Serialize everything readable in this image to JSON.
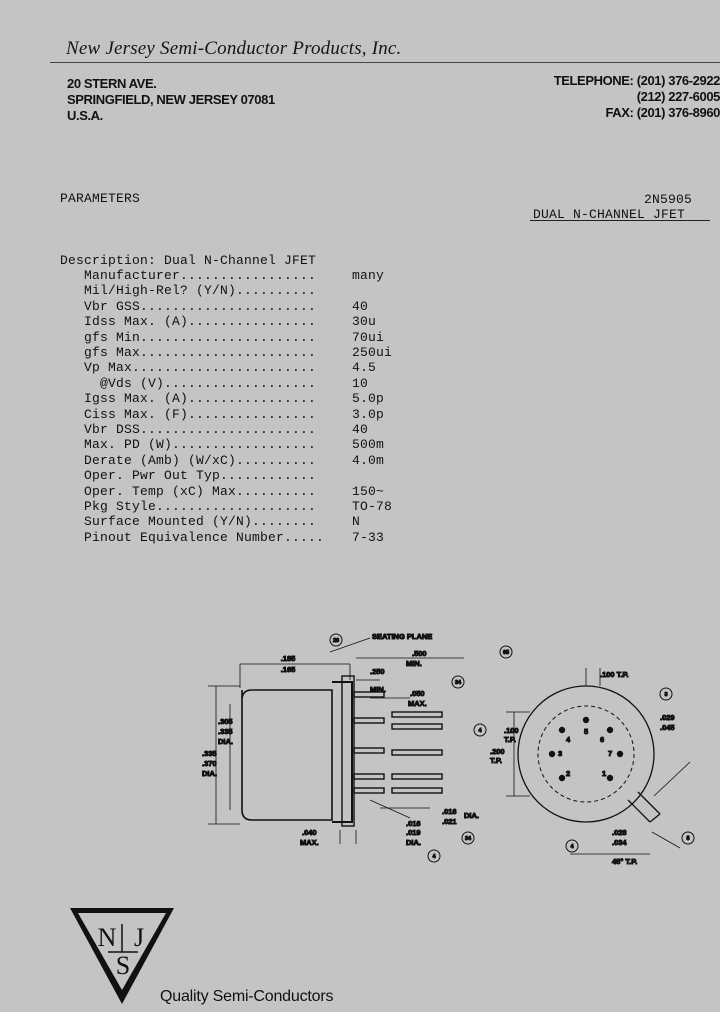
{
  "header": {
    "company": "New Jersey Semi-Conductor Products, Inc.",
    "address": [
      "20 STERN AVE.",
      "SPRINGFIELD, NEW JERSEY 07081",
      "U.S.A."
    ],
    "contact": [
      "TELEPHONE: (201) 376-2922",
      "(212) 227-6005",
      "FAX: (201) 376-8960"
    ]
  },
  "title_section": {
    "heading": "PARAMETERS",
    "part_number": "2N5905",
    "part_description": "DUAL N-CHANNEL JFET"
  },
  "description_line": "Description: Dual N-Channel JFET",
  "parameters": [
    {
      "label": "   Manufacturer.................",
      "value": "many"
    },
    {
      "label": "   Mil/High-Rel? (Y/N)..........",
      "value": ""
    },
    {
      "label": "   Vbr GSS......................",
      "value": "40"
    },
    {
      "label": "   Idss Max. (A)................",
      "value": "30u"
    },
    {
      "label": "   gfs Min......................",
      "value": "70ui"
    },
    {
      "label": "   gfs Max......................",
      "value": "250ui"
    },
    {
      "label": "   Vp Max.......................",
      "value": "4.5"
    },
    {
      "label": "     @Vds (V)...................",
      "value": "10"
    },
    {
      "label": "   Igss Max. (A)................",
      "value": "5.0p"
    },
    {
      "label": "   Ciss Max. (F)................",
      "value": "3.0p"
    },
    {
      "label": "   Vbr DSS......................",
      "value": "40"
    },
    {
      "label": "   Max. PD (W)..................",
      "value": "500m"
    },
    {
      "label": "   Derate (Amb) (W/xC)..........",
      "value": "4.0m"
    },
    {
      "label": "   Oper. Pwr Out Typ............",
      "value": ""
    },
    {
      "label": "   Oper. Temp (xC) Max..........",
      "value": "150~"
    },
    {
      "label": "   Pkg Style....................",
      "value": "TO-78"
    },
    {
      "label": "   Surface Mounted (Y/N)........",
      "value": "N"
    },
    {
      "label": "   Pinout Equivalence Number.....",
      "value": "7-33"
    }
  ],
  "diagram": {
    "seating_plane": "SEATING PLANE",
    "dims": {
      "d185": ".185",
      "d165": ".165",
      "d500": ".500",
      "min": "MIN.",
      "d250": ".250",
      "min2": "MIN.",
      "d050": ".050",
      "max": "MAX.",
      "d305": ".305",
      "d335a": ".335",
      "dia": "DIA.",
      "d335b": ".335",
      "d370": ".370",
      "dia2": "DIA.",
      "d040": ".040",
      "max2": "MAX.",
      "d016": ".016",
      "d019": ".019",
      "dia3": "DIA.",
      "d016b": ".016",
      "d021": ".021",
      "dia4": "DIA.",
      "d100tp": ".100 T.P.",
      "d029": ".029",
      "d045": ".045",
      "d100": ".100",
      "tp": "T.P.",
      "d200": ".200",
      "tp2": "T.P.",
      "d028": ".028",
      "d034": ".034",
      "deg45": "45° T.P."
    },
    "circled": [
      "26",
      "34",
      "4",
      "34",
      "65",
      "3",
      "4",
      "4",
      "5"
    ],
    "pins": [
      "1",
      "2",
      "3",
      "4",
      "5",
      "6",
      "7"
    ]
  },
  "logo": {
    "letters": "NJS"
  },
  "tagline": "Quality Semi-Conductors"
}
